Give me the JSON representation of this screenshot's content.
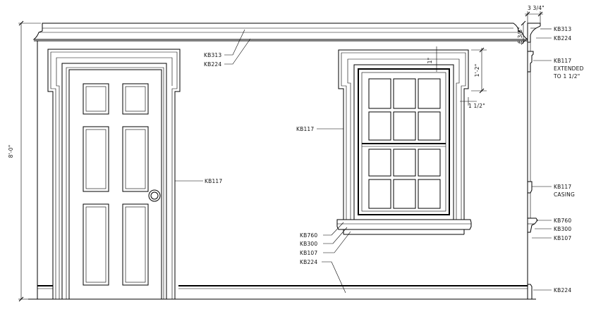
{
  "drawing": {
    "dimensions": {
      "wall_height": "8'-0\"",
      "crown_projection": "3 3/4\"",
      "crown_height": "6 3/8\"",
      "window_head_gap": "1\"",
      "window_head_height": "1'-2\"",
      "window_casing_step": "1 1/2\""
    },
    "elevation_labels": {
      "crown": [
        "KB313",
        "KB224"
      ],
      "door_casing": "KB117",
      "window_casing": "KB117",
      "sill": [
        "KB760",
        "KB300",
        "KB107",
        "KB224"
      ]
    },
    "section_labels": {
      "crown": [
        "KB313",
        "KB224"
      ],
      "head": [
        "KB117",
        "EXTENDED",
        "TO 1 1/2\""
      ],
      "casing": [
        "KB117",
        "CASING"
      ],
      "sill": [
        "KB760",
        "KB300",
        "KB107"
      ],
      "base": "KB224"
    }
  }
}
